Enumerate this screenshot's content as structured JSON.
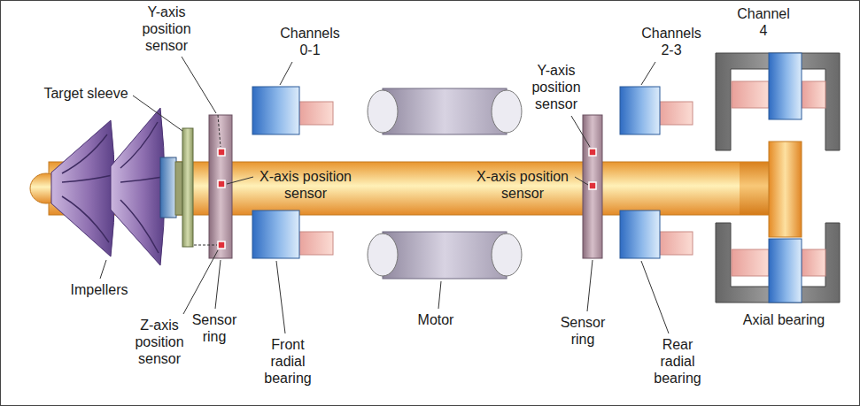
{
  "diagram": {
    "labels": [
      "Y-axis position sensor",
      "Channels 0-1",
      "Y-axis position sensor",
      "Channels 2-3",
      "Channel 4",
      "Target sleeve",
      "X-axis position sensor",
      "X-axis position sensor",
      "Impellers",
      "Z-axis position sensor",
      "Sensor ring",
      "Front radial bearing",
      "Motor",
      "Sensor ring",
      "Rear radial bearing",
      "Axial bearing"
    ]
  }
}
